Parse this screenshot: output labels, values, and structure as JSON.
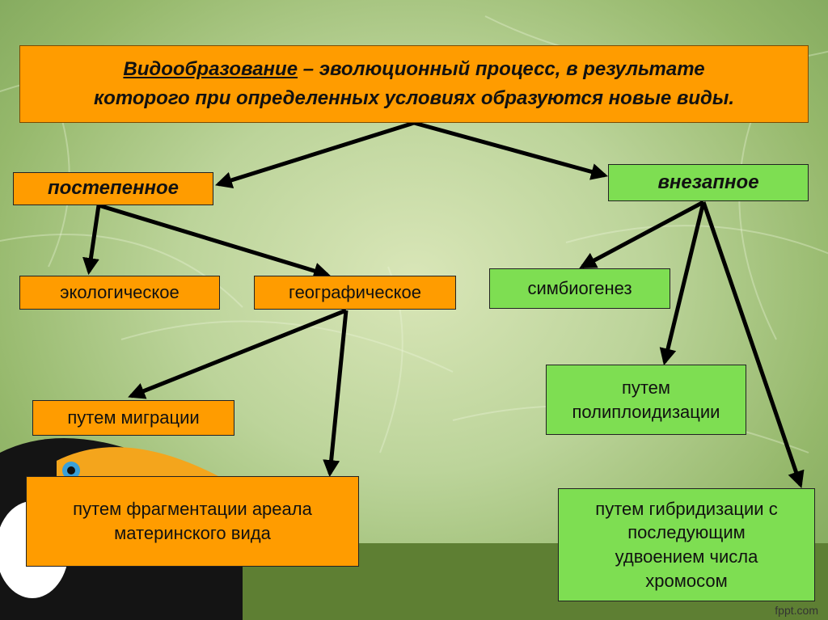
{
  "title": {
    "term": "Видообразование",
    "line1_rest": " – эволюционный процесс, в результате",
    "line2": "которого при определенных условиях образуются новые виды."
  },
  "nodes": {
    "gradual": "постепенное",
    "sudden": "внезапное",
    "ecological": "экологическое",
    "geographical": "географическое",
    "symbiogenesis": "симбиогенез",
    "migration": "путем миграции",
    "fragmentation": [
      "путем фрагментации ареала",
      "материнского вида"
    ],
    "polyploidization": [
      "путем",
      "полиплоидизации"
    ],
    "hybridization": [
      "путем гибридизации с",
      "последующим",
      "удвоением числа",
      "хромосом"
    ]
  },
  "colors": {
    "orange": "#ff9c00",
    "green": "#7ede52",
    "arrow": "#000000"
  },
  "watermark": "fppt.com"
}
